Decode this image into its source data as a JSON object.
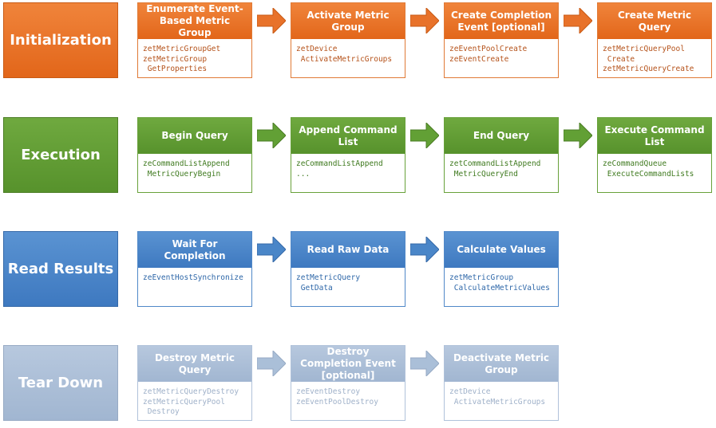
{
  "colors": {
    "initialization": "#e8722a",
    "execution": "#62a035",
    "read_results": "#4a86c8",
    "tear_down": "#aabfd8"
  },
  "stages": [
    {
      "name": "Initialization",
      "steps": [
        {
          "title": "Enumerate Event-Based Metric Group",
          "code": "zetMetricGroupGet\nzetMetricGroup\n GetProperties"
        },
        {
          "title": "Activate Metric Group",
          "code": "zetDevice\n ActivateMetricGroups"
        },
        {
          "title": "Create Completion Event [optional]",
          "code": "zeEventPoolCreate\nzeEventCreate"
        },
        {
          "title": "Create Metric Query",
          "code": "zetMetricQueryPool\n Create\nzetMetricQueryCreate"
        }
      ]
    },
    {
      "name": "Execution",
      "steps": [
        {
          "title": "Begin Query",
          "code": "zeCommandListAppend\n MetricQueryBegin"
        },
        {
          "title": "Append Command List",
          "code": "zeCommandListAppend\n..."
        },
        {
          "title": "End Query",
          "code": "zetCommandListAppend\n MetricQueryEnd"
        },
        {
          "title": "Execute Command List",
          "code": "zeCommandQueue\n ExecuteCommandLists"
        }
      ]
    },
    {
      "name": "Read Results",
      "steps": [
        {
          "title": "Wait For Completion",
          "code": "zeEventHostSynchronize"
        },
        {
          "title": "Read Raw Data",
          "code": "zetMetricQuery\n GetData"
        },
        {
          "title": "Calculate Values",
          "code": "zetMetricGroup\n CalculateMetricValues"
        }
      ]
    },
    {
      "name": "Tear Down",
      "steps": [
        {
          "title": "Destroy Metric Query",
          "code": "zetMetricQueryDestroy\nzetMetricQueryPool\n Destroy"
        },
        {
          "title": "Destroy Completion Event [optional]",
          "code": "zeEventDestroy\nzeEventPoolDestroy"
        },
        {
          "title": "Deactivate Metric Group",
          "code": "zetDevice\n ActivateMetricGroups"
        }
      ]
    }
  ]
}
